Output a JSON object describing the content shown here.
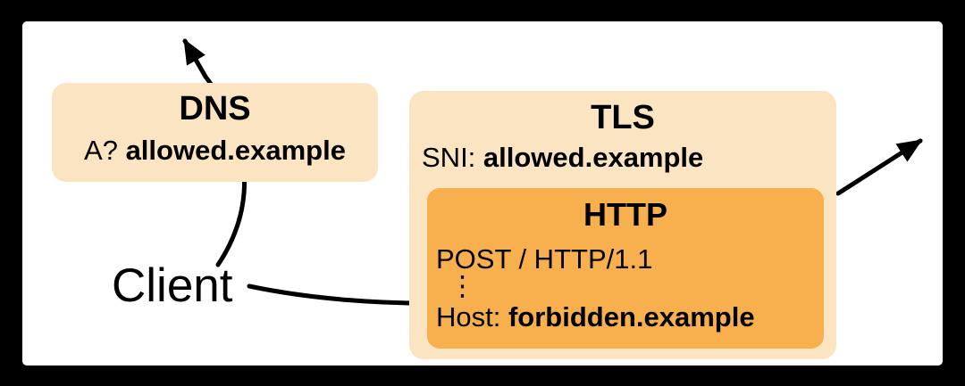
{
  "diagram": {
    "background_color": "#000000",
    "surface_color": "#ffffff",
    "line_color": "#000000",
    "box_light_color": "#FBE4C1",
    "box_dark_color": "#F8B04F",
    "client_label": "Client",
    "dns_box": {
      "title": "DNS",
      "query_prefix": "A? ",
      "query_domain": "allowed.example"
    },
    "tls_box": {
      "title": "TLS",
      "sni_prefix": "SNI: ",
      "sni_domain": "allowed.example"
    },
    "http_box": {
      "title": "HTTP",
      "request_line": "POST / HTTP/1.1",
      "ellipsis": "⋮",
      "host_prefix": "Host: ",
      "host_domain": "forbidden.example"
    }
  }
}
